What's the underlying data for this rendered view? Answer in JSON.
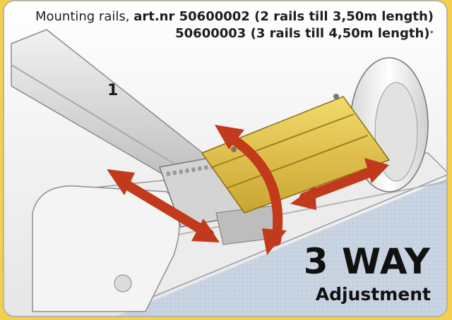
{
  "caption": {
    "line1_prefix": "Mounting rails,",
    "line1_bold": "art.nr 50600002 (2 rails till 3,50m length)",
    "line2_bold": "50600003 (3 rails till 4,50m length)",
    "line2_mark": "*"
  },
  "label_number": "1",
  "headline": "3 WAY",
  "subheadline": "Adjustment",
  "colors": {
    "background": "#f3cf4d",
    "arrow": "#c23a1c",
    "rail": "#e7c94e",
    "panel": "#cfd8e3"
  },
  "icons": [
    "left-right-arrow-icon",
    "rotate-arrow-icon",
    "double-arrow-icon"
  ]
}
